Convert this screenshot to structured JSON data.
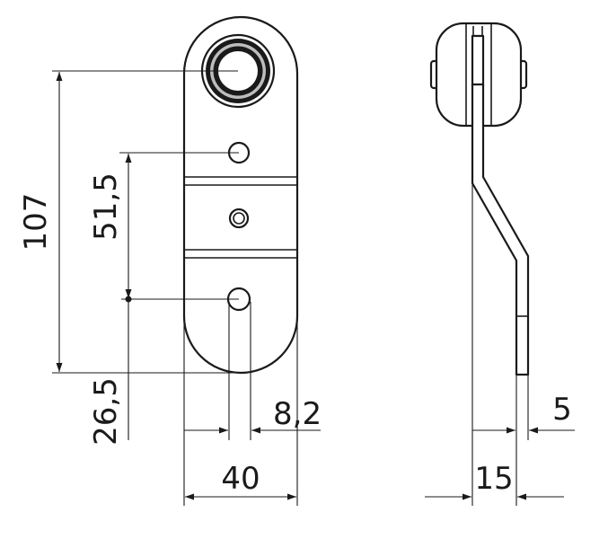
{
  "dimensions": {
    "overall_height": "107",
    "hole_spacing": "51,5",
    "bottom_hole_offset": "26,5",
    "hole_to_edge": "8,2",
    "plate_width": "40",
    "thickness": "5",
    "side_depth": "15"
  },
  "colors": {
    "line": "#1a1a1a",
    "background": "#ffffff",
    "bearing_shade": "#bdbdbd"
  }
}
